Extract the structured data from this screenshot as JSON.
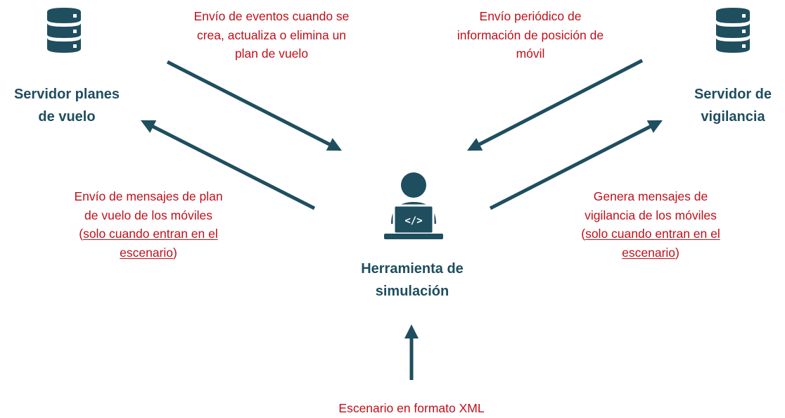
{
  "colors": {
    "node": "#1f4e5f",
    "arrow": "#1f4e5f",
    "annotation": "#c0101a",
    "background": "#ffffff"
  },
  "nodes": {
    "flight_plan_server": {
      "icon": "database-icon",
      "label_lines": [
        "Servidor planes",
        "de vuelo"
      ]
    },
    "surveillance_server": {
      "icon": "database-icon",
      "label_lines": [
        "Servidor de",
        "vigilancia"
      ]
    },
    "simulation_tool": {
      "icon": "developer-laptop-icon",
      "icon_glyph": "</>",
      "label_lines": [
        "Herramienta de",
        "simulación"
      ]
    }
  },
  "annotations": {
    "flight_plan_events": {
      "lines": [
        "Envío de eventos cuando se",
        "crea, actualiza o elimina un",
        "plan de vuelo"
      ]
    },
    "position_updates": {
      "lines": [
        "Envío periódico de",
        "información de posición de",
        "móvil"
      ]
    },
    "flight_plan_messages": {
      "lines": [
        "Envío de mensajes de plan",
        "de vuelo de los móviles"
      ],
      "paren_open": "(",
      "underlined_1": "solo cuando entran en el",
      "underlined_2": "escenario",
      "paren_close": ")"
    },
    "surveillance_messages": {
      "lines": [
        "Genera mensajes de",
        "vigilancia de los móviles"
      ],
      "paren_open": "(",
      "underlined_1": "solo cuando entran en el",
      "underlined_2": "escenario",
      "paren_close": ")"
    },
    "xml_input": {
      "lines": [
        "Escenario en formato XML"
      ]
    }
  },
  "arrows": [
    {
      "name": "arrow-flightplan-server-to-tool",
      "from": "flight_plan_server",
      "to": "simulation_tool"
    },
    {
      "name": "arrow-tool-to-flightplan-server",
      "from": "simulation_tool",
      "to": "flight_plan_server"
    },
    {
      "name": "arrow-surveillance-server-to-tool",
      "from": "surveillance_server",
      "to": "simulation_tool"
    },
    {
      "name": "arrow-tool-to-surveillance-server",
      "from": "simulation_tool",
      "to": "surveillance_server"
    },
    {
      "name": "arrow-xml-to-tool",
      "from": "xml_input",
      "to": "simulation_tool"
    }
  ]
}
